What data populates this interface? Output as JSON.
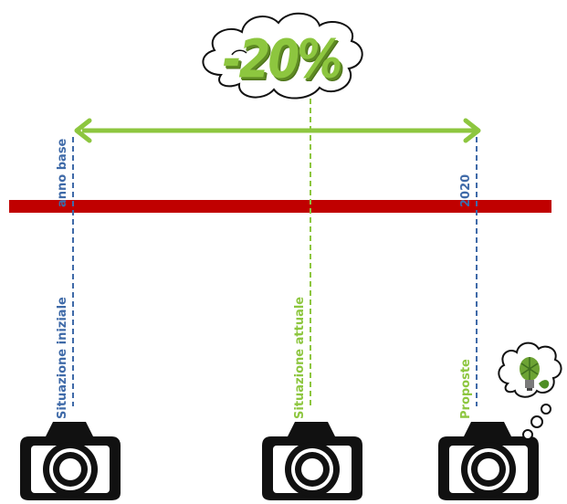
{
  "reduction_label": "-20%",
  "markers": {
    "base_year": "anno base",
    "target_year": "2020"
  },
  "columns": [
    {
      "label": "Situazione iniziale"
    },
    {
      "label": "Situazione attuale"
    },
    {
      "label": "Proposte"
    }
  ],
  "colors": {
    "blue": "#3f6aa8",
    "green": "#8dc63f",
    "red": "#c00000",
    "ink": "#111111"
  },
  "icons": [
    "camera-icon",
    "thought-cloud-icon",
    "lightbulb-icon"
  ]
}
